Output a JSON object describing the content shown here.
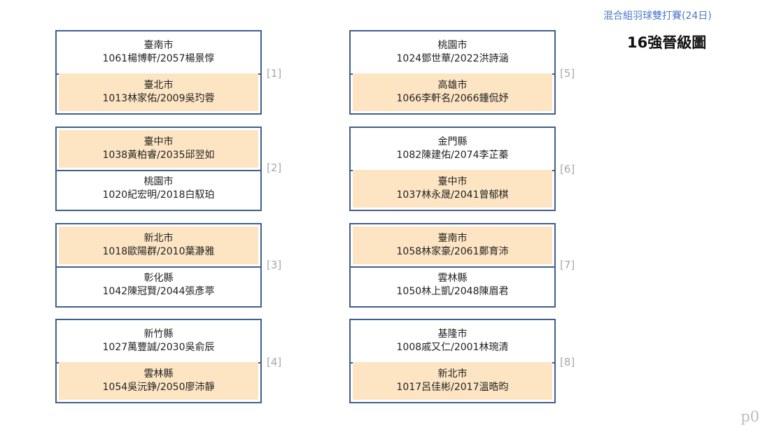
{
  "header": {
    "subtitle": "混合組羽球雙打賽(24日)",
    "title": "16強晉級圖"
  },
  "matches": [
    {
      "label": "[1]",
      "top": {
        "city": "臺南市",
        "players": "1061楊博軒/2057楊景惇",
        "winner": false
      },
      "bottom": {
        "city": "臺北市",
        "players": "1013林家佑/2009吳玓蓉",
        "winner": true
      }
    },
    {
      "label": "[2]",
      "top": {
        "city": "臺中市",
        "players": "1038黃柏睿/2035邱翌如",
        "winner": true
      },
      "bottom": {
        "city": "桃園市",
        "players": "1020紀宏明/2018白馭珀",
        "winner": false
      }
    },
    {
      "label": "[3]",
      "top": {
        "city": "新北市",
        "players": "1018歐陽群/2010葉瀞雅",
        "winner": true
      },
      "bottom": {
        "city": "彰化縣",
        "players": "1042陳冠賢/2044張彥葶",
        "winner": false
      }
    },
    {
      "label": "[4]",
      "top": {
        "city": "新竹縣",
        "players": "1027萬豐誠/2030吳俞辰",
        "winner": false
      },
      "bottom": {
        "city": "雲林縣",
        "players": "1054吳沅錚/2050廖沛靜",
        "winner": true
      }
    },
    {
      "label": "[5]",
      "top": {
        "city": "桃園市",
        "players": "1024鄧世華/2022洪詩涵",
        "winner": false
      },
      "bottom": {
        "city": "高雄市",
        "players": "1066李軒名/2066鍾侃妤",
        "winner": true
      }
    },
    {
      "label": "[6]",
      "top": {
        "city": "金門縣",
        "players": "1082陳建佑/2074李芷蓁",
        "winner": false
      },
      "bottom": {
        "city": "臺中市",
        "players": "1037林永晟/2041曾郁棋",
        "winner": true
      }
    },
    {
      "label": "[7]",
      "top": {
        "city": "臺南市",
        "players": "1058林家豪/2061鄭育沛",
        "winner": true
      },
      "bottom": {
        "city": "雲林縣",
        "players": "1050林上凱/2048陳眉君",
        "winner": false
      }
    },
    {
      "label": "[8]",
      "top": {
        "city": "基隆市",
        "players": "1008戚又仁/2001林琬清",
        "winner": false
      },
      "bottom": {
        "city": "新北市",
        "players": "1017呂佳彬/2017溫晧昀",
        "winner": true
      }
    }
  ],
  "page_label": "p0",
  "colors": {
    "border": "#3f5f8c",
    "winner_fill": "#fde5c4",
    "subtitle": "#4a78c8",
    "match_label": "#a8a8a8"
  }
}
